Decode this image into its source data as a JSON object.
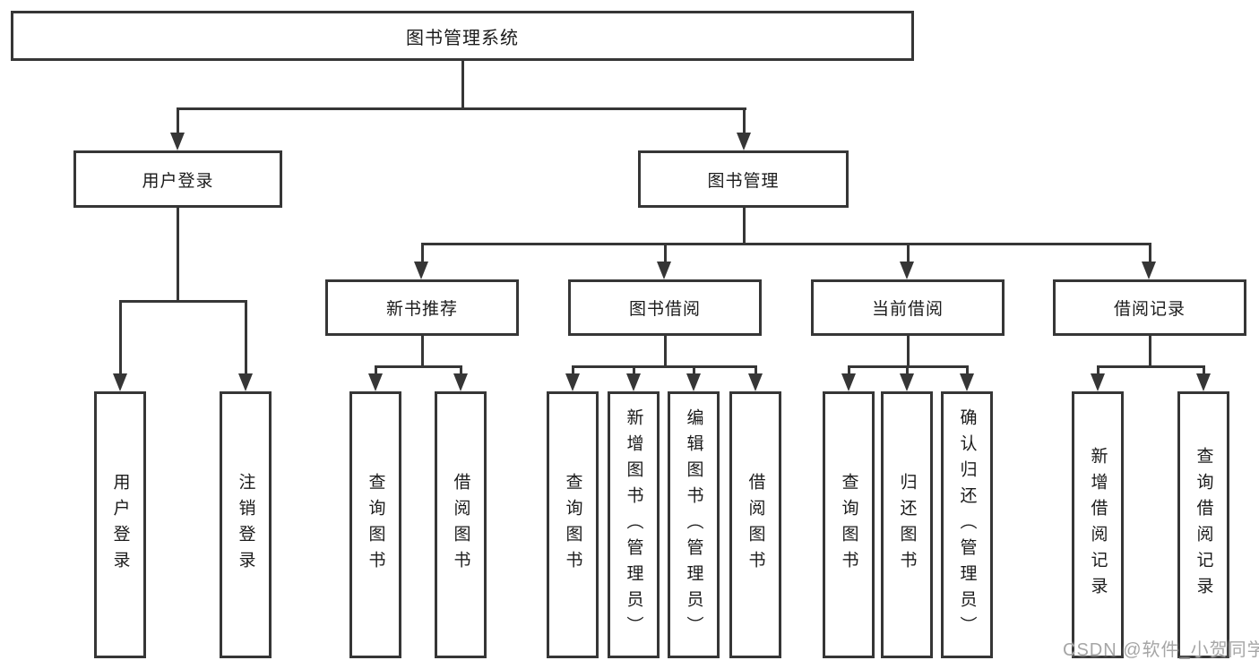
{
  "diagram": {
    "nodes": {
      "root": "图书管理系统",
      "user_login": "用户登录",
      "book_management": "图书管理",
      "new_book_recommend": "新书推荐",
      "book_borrow": "图书借阅",
      "current_borrow": "当前借阅",
      "borrow_record": "借阅记录",
      "user_login_children": [
        "用户登录",
        "注销登录"
      ],
      "new_book_children": [
        "查询图书",
        "借阅图书"
      ],
      "book_borrow_children": [
        "查询图书",
        "新增图书（管理员）",
        "编辑图书（管理员）",
        "借阅图书"
      ],
      "current_borrow_children": [
        "查询图书",
        "归还图书",
        "确认归还（管理员）"
      ],
      "borrow_record_children": [
        "新增借阅记录",
        "查询借阅记录"
      ]
    },
    "colors": {
      "line": "#363636",
      "text": "#1b1b1b",
      "node_fill": "#ffffff",
      "watermark": "#a6a6a6",
      "background": "#ffffff"
    },
    "watermark": "CSDN @软件_小贺同学"
  }
}
